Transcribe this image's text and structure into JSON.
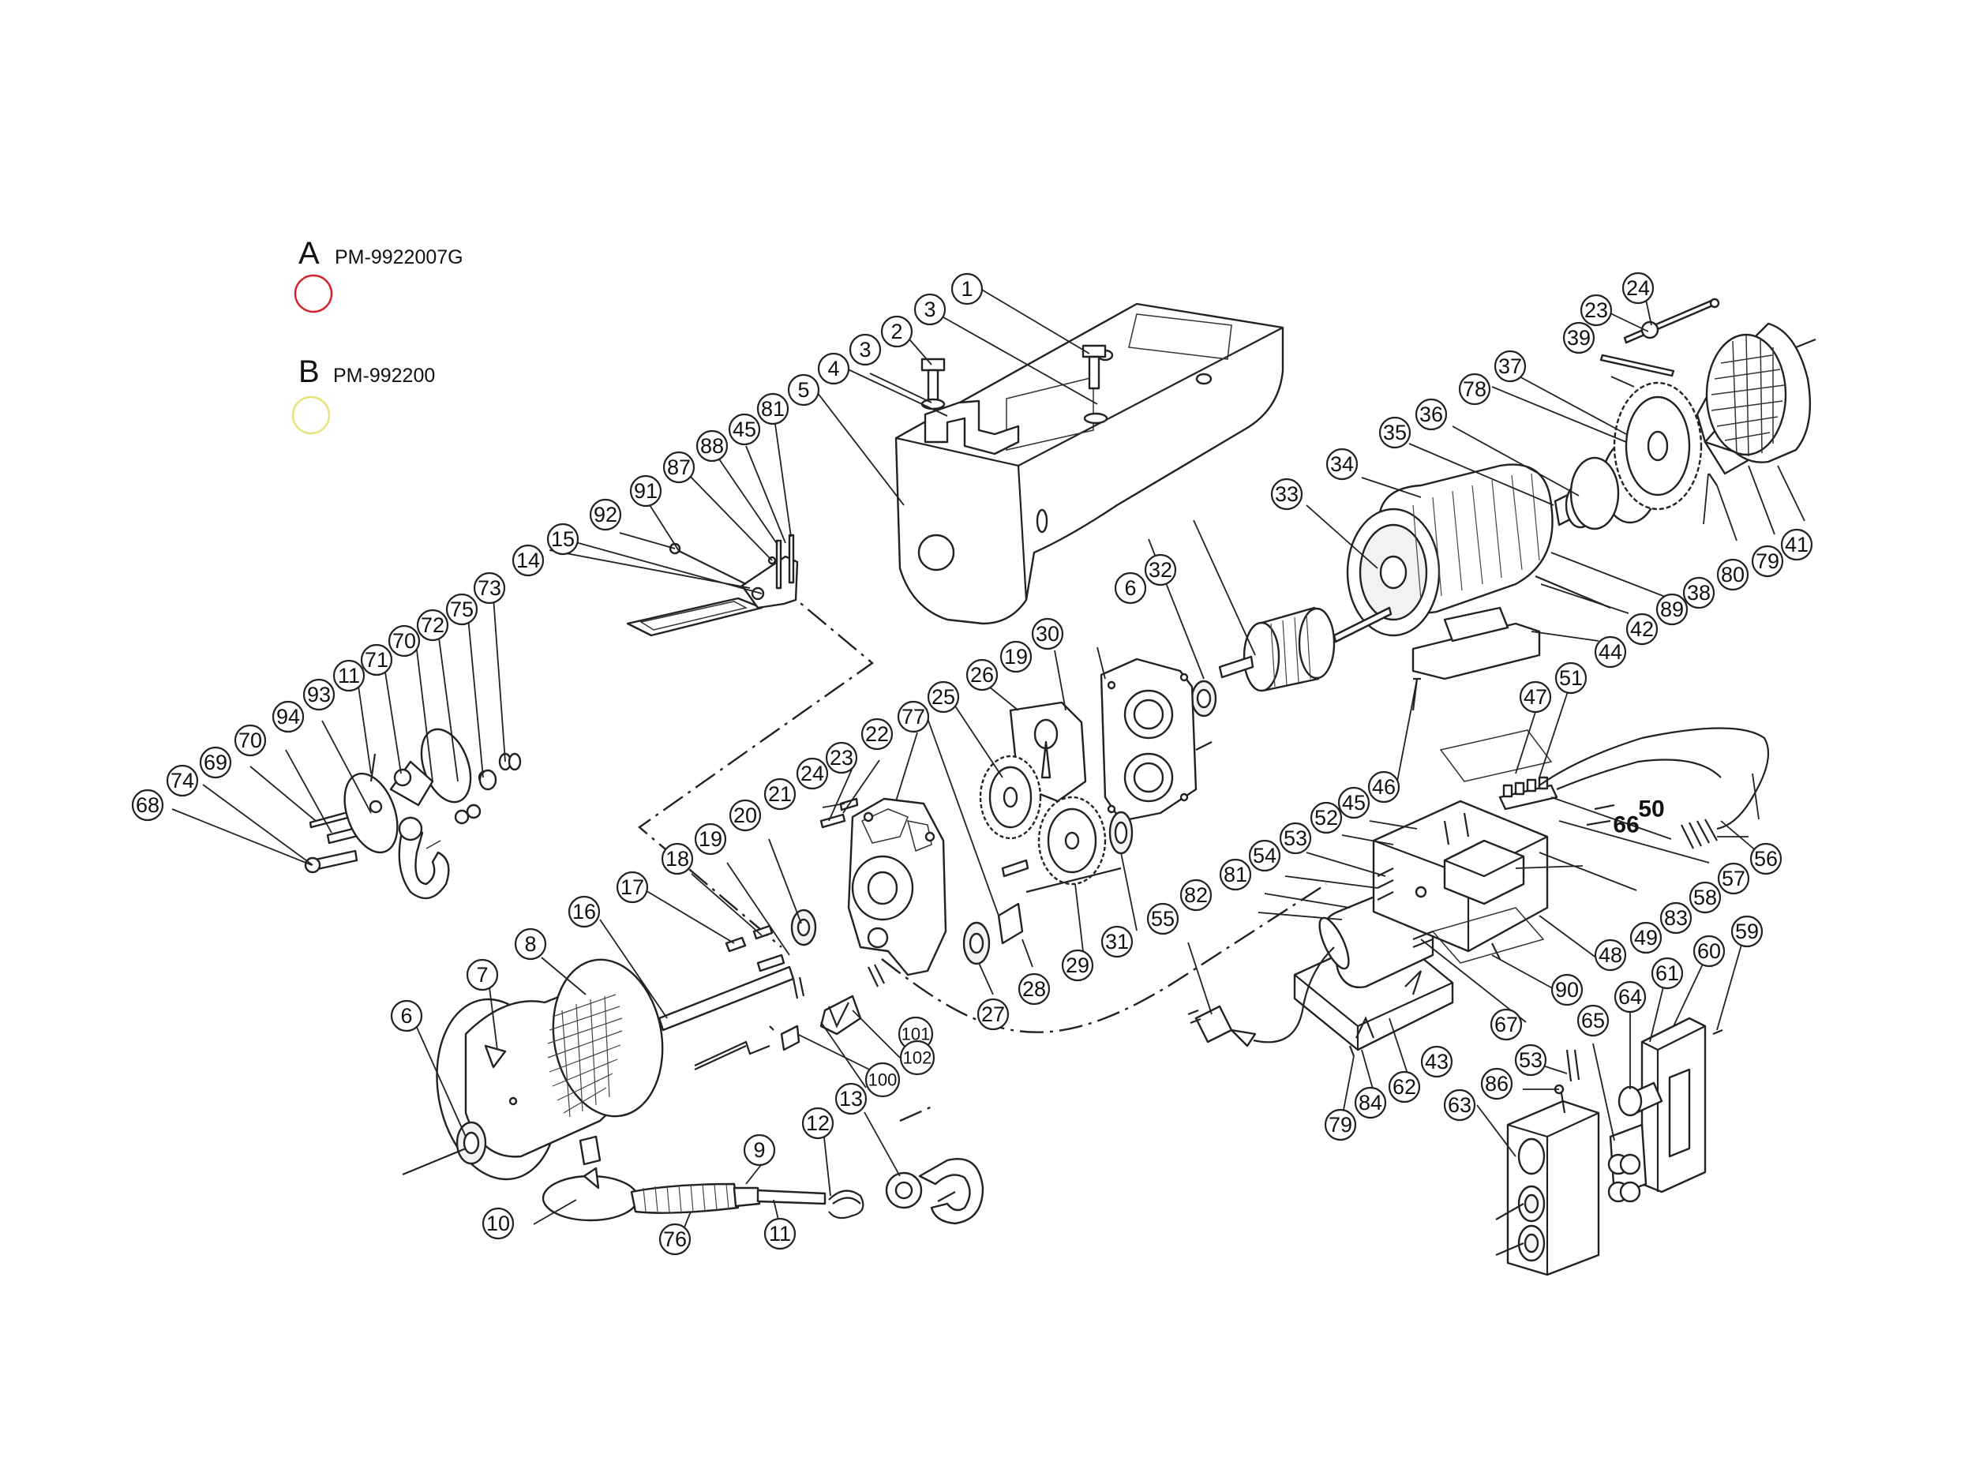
{
  "colors": {
    "red_ring": "#d61f2c",
    "yellow_ring": "#e8e27a",
    "ink": "#222222"
  },
  "legend": [
    {
      "letter": "A",
      "code": "PM-9922007G",
      "ring": "red"
    },
    {
      "letter": "B",
      "code": "PM-992200",
      "ring": "yellow"
    }
  ],
  "callouts": {
    "c1": "1",
    "c2": "2",
    "c3a": "3",
    "c3b": "3",
    "c4": "4",
    "c5": "5",
    "c6a": "6",
    "c6b": "6",
    "c7": "7",
    "c8": "8",
    "c9": "9",
    "c10": "10",
    "c11a": "11",
    "c11b": "11",
    "c12": "12",
    "c13": "13",
    "c14": "14",
    "c15": "15",
    "c16": "16",
    "c17": "17",
    "c18": "18",
    "c19a": "19",
    "c19b": "19",
    "c20": "20",
    "c21": "21",
    "c22": "22",
    "c23a": "23",
    "c23b": "23",
    "c24a": "24",
    "c24b": "24",
    "c25": "25",
    "c26": "26",
    "c27": "27",
    "c28": "28",
    "c29": "29",
    "c30": "30",
    "c31": "31",
    "c32": "32",
    "c33": "33",
    "c34": "34",
    "c35": "35",
    "c36": "36",
    "c37": "37",
    "c38": "38",
    "c39": "39",
    "c41": "41",
    "c42": "42",
    "c43": "43",
    "c44": "44",
    "c45a": "45",
    "c45b": "45",
    "c46": "46",
    "c47": "47",
    "c48": "48",
    "c49": "49",
    "c50": "50",
    "c51": "51",
    "c52": "52",
    "c53a": "53",
    "c53b": "53",
    "c54": "54",
    "c55": "55",
    "c56": "56",
    "c57": "57",
    "c58": "58",
    "c59": "59",
    "c60": "60",
    "c61": "61",
    "c62": "62",
    "c63": "63",
    "c64": "64",
    "c65": "65",
    "c66": "66",
    "c67": "67",
    "c68": "68",
    "c69": "69",
    "c70a": "70",
    "c70b": "70",
    "c71": "71",
    "c72": "72",
    "c73": "73",
    "c74": "74",
    "c75": "75",
    "c76": "76",
    "c77": "77",
    "c78": "78",
    "c79a": "79",
    "c79b": "79",
    "c80": "80",
    "c81a": "81",
    "c81b": "81",
    "c82": "82",
    "c83": "83",
    "c84": "84",
    "c86": "86",
    "c87": "87",
    "c88": "88",
    "c89": "89",
    "c90": "90",
    "c91": "91",
    "c92": "92",
    "c93": "93",
    "c94": "94",
    "c100": "100",
    "c101": "101",
    "c102": "102"
  }
}
